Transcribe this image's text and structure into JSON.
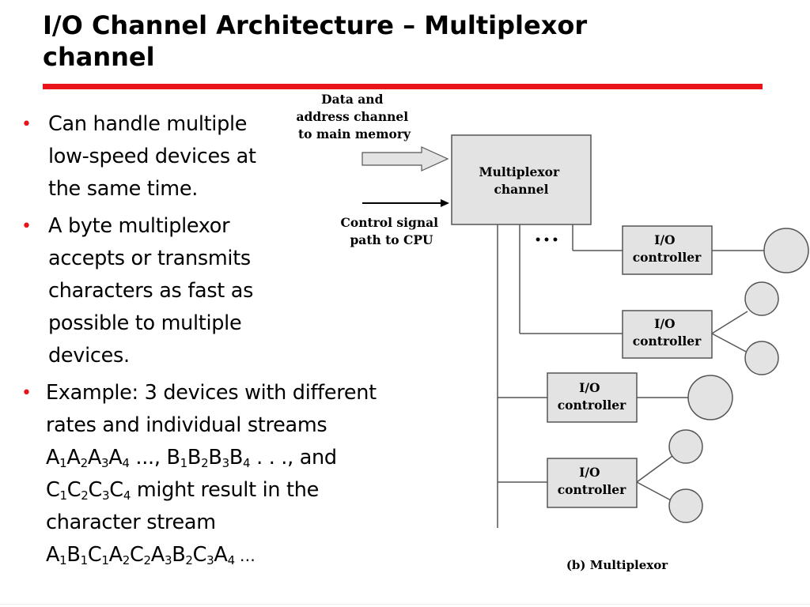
{
  "title": {
    "line1": "I/O Channel Architecture – Multiplexor",
    "line2": "channel"
  },
  "bullets": [
    {
      "lines": [
        "Can handle multiple",
        "low-speed devices at",
        "the same time."
      ]
    },
    {
      "lines": [
        "A byte multiplexor",
        "accepts or transmits",
        "characters as fast as",
        "possible to multiple",
        "devices."
      ]
    },
    {
      "line1": "Example: 3 devices with different",
      "line2": "rates and individual streams",
      "line3": {
        "seqA": [
          [
            "A",
            "1"
          ],
          [
            "A",
            "2"
          ],
          [
            "A",
            "3"
          ],
          [
            "A",
            "4"
          ]
        ],
        "afterA": " ..., ",
        "seqB": [
          [
            "B",
            "1"
          ],
          [
            "B",
            "2"
          ],
          [
            "B",
            "3"
          ],
          [
            "B",
            "4"
          ]
        ],
        "afterB": " . . ., and"
      },
      "line4": {
        "seqC": [
          [
            "C",
            "1"
          ],
          [
            "C",
            "2"
          ],
          [
            "C",
            "3"
          ],
          [
            "C",
            "4"
          ]
        ],
        "afterC": " might result in the"
      },
      "line5": "character stream",
      "line6": {
        "seq": [
          [
            "A",
            "1"
          ],
          [
            "B",
            "1"
          ],
          [
            "C",
            "1"
          ],
          [
            "A",
            "2"
          ],
          [
            "C",
            "2"
          ],
          [
            "A",
            "3"
          ],
          [
            "B",
            "2"
          ],
          [
            "C",
            "3"
          ],
          [
            "A",
            "4"
          ]
        ],
        "ellipsis": " …"
      }
    }
  ],
  "diagram": {
    "data_channel_label": [
      "Data and",
      "address channel",
      "to main memory"
    ],
    "control_label": [
      "Control signal",
      "path to CPU"
    ],
    "multiplexor_label": [
      "Multiplexor",
      "channel"
    ],
    "more_marker": "•••",
    "controllers": [
      {
        "label": [
          "I/O",
          "controller"
        ],
        "devices": 1
      },
      {
        "label": [
          "I/O",
          "controller"
        ],
        "devices": 2
      },
      {
        "label": [
          "I/O",
          "controller"
        ],
        "devices": 1
      },
      {
        "label": [
          "I/O",
          "controller"
        ],
        "devices": 2
      }
    ],
    "caption": "(b) Multiplexor"
  },
  "colors": {
    "accent_red": "#e8141a",
    "box_fill": "#e3e3e3",
    "box_stroke": "#555555"
  }
}
